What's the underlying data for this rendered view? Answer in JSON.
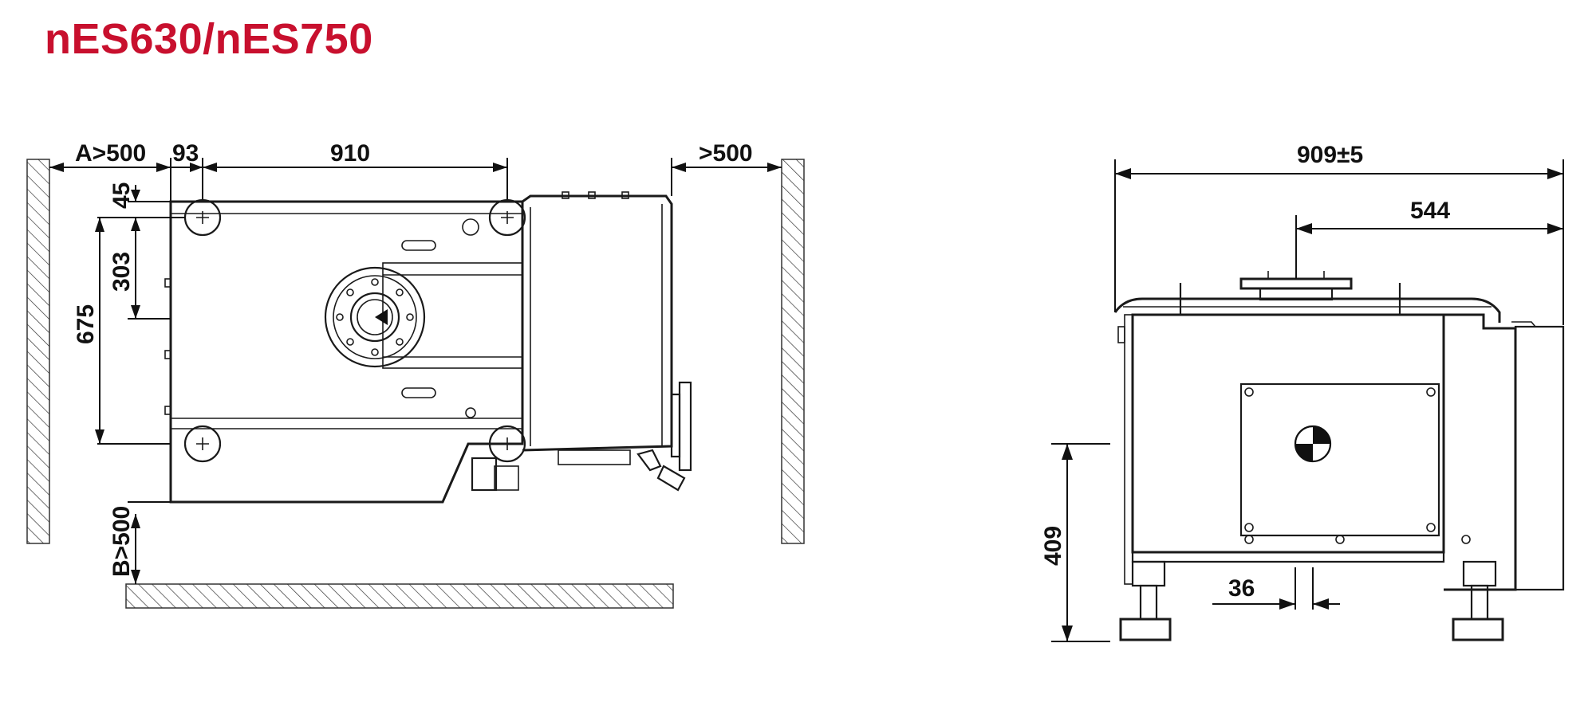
{
  "title": "nES630/nES750",
  "colors": {
    "title": "#c8102e",
    "lines": "#1a1a1a"
  },
  "top_view": {
    "dim_clearance_left": "A>500",
    "dim_offset": "93",
    "dim_length": "910",
    "dim_clearance_right": ">500",
    "dim_top_offset": "45",
    "dim_inner_width": "303",
    "dim_overall_width": "675",
    "dim_clearance_bottom": "B>500"
  },
  "side_view": {
    "dim_overall_length": "909±5",
    "dim_inlet_position": "544",
    "dim_height": "409",
    "dim_cg_offset": "36"
  }
}
